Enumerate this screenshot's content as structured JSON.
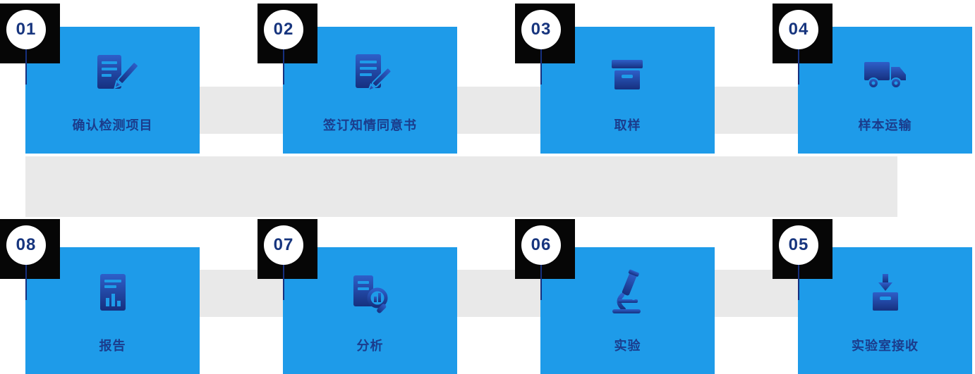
{
  "colors": {
    "card": "#1E9BE9",
    "badge_bg": "#060606",
    "badge_circle": "#FFFFFF",
    "number": "#17357E",
    "label": "#1B3C8C",
    "line": "#16307F",
    "path": "#E9E9E9",
    "icon_top": "#2E5FC9",
    "icon_bottom": "#16307F"
  },
  "steps": [
    {
      "number": "01",
      "label": "确认检测项目",
      "icon": "checklist-pen-icon"
    },
    {
      "number": "02",
      "label": "签订知情同意书",
      "icon": "document-signing-icon"
    },
    {
      "number": "03",
      "label": "取样",
      "icon": "sample-box-icon"
    },
    {
      "number": "04",
      "label": "样本运输",
      "icon": "transport-truck-icon"
    },
    {
      "number": "05",
      "label": "实验室接收",
      "icon": "receive-package-icon"
    },
    {
      "number": "06",
      "label": "实验",
      "icon": "experiment-microscope-icon"
    },
    {
      "number": "07",
      "label": "分析",
      "icon": "analysis-magnifier-icon"
    },
    {
      "number": "08",
      "label": "报告",
      "icon": "report-document-icon"
    }
  ]
}
